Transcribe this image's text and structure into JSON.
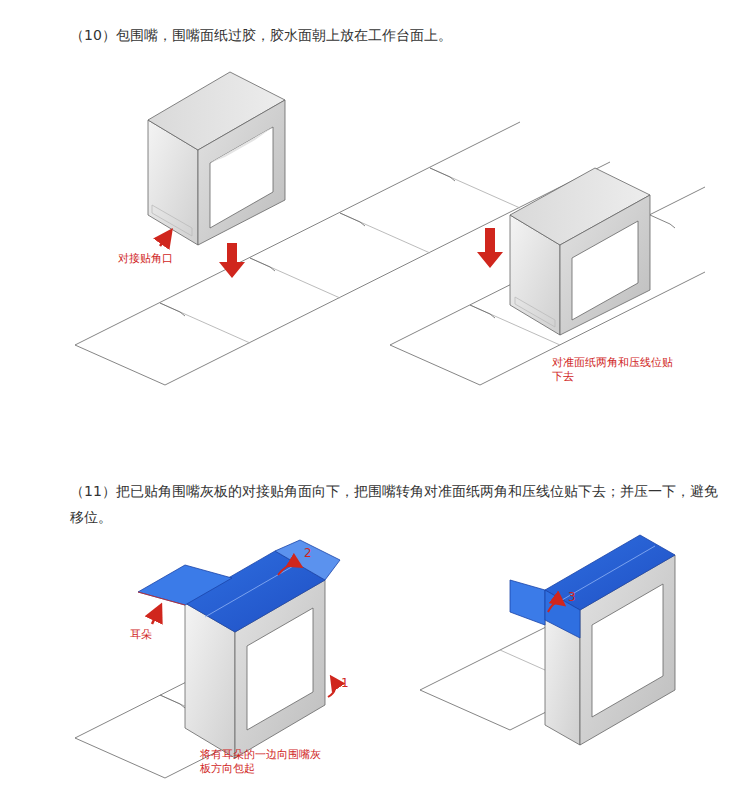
{
  "diagram": {
    "labels": [
      "（10）包围嘴，围嘴面纸过胶，胶水面朝上放在工作台面上。",
      "对接贴角口",
      "对准面纸两角和压线位贴 下去",
      "（11）把已贴角围嘴灰板的对接贴角面向下，把围嘴转角对准面纸两角和压线位贴下去；并压一下，避免移位。",
      "2",
      "耳朵",
      "1",
      "将有耳朵的一边向围嘴灰 板方向包起",
      "3"
    ]
  }
}
